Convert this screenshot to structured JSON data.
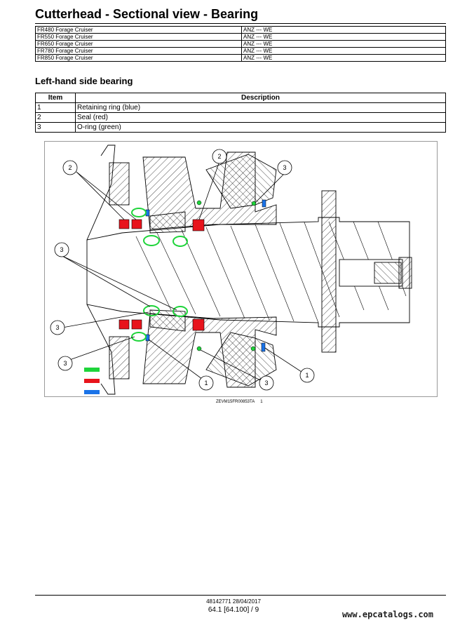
{
  "header": {
    "title": "Cutterhead - Sectional view - Bearing"
  },
  "models": [
    {
      "model": "FR480 Forage Cruiser",
      "region": "ANZ --- WE"
    },
    {
      "model": "FR550 Forage Cruiser",
      "region": "ANZ --- WE"
    },
    {
      "model": "FR650 Forage Cruiser",
      "region": "ANZ --- WE"
    },
    {
      "model": "FR780 Forage Cruiser",
      "region": "ANZ --- WE"
    },
    {
      "model": "FR850 Forage Cruiser",
      "region": "ANZ --- WE"
    }
  ],
  "section": {
    "title": "Left-hand side bearing"
  },
  "items_table": {
    "headers": [
      "Item",
      "Description"
    ],
    "rows": [
      {
        "item": "1",
        "description": "Retaining ring (blue)"
      },
      {
        "item": "2",
        "description": "Seal (red)"
      },
      {
        "item": "3",
        "description": "O-ring (green)"
      }
    ]
  },
  "figure": {
    "callouts": [
      "2",
      "2",
      "3",
      "3",
      "3",
      "3",
      "1",
      "3",
      "1"
    ],
    "colors": {
      "retaining_ring": "#1a73e8",
      "seal": "#e8141c",
      "o_ring": "#1ed43a"
    },
    "reference_code": "ZEVM15FR00853TA",
    "reference_number": "1"
  },
  "footer": {
    "doc": "48142771 28/04/2017",
    "page": "64.1 [64.100] / 9",
    "watermark": "www.epcatalogs.com"
  }
}
